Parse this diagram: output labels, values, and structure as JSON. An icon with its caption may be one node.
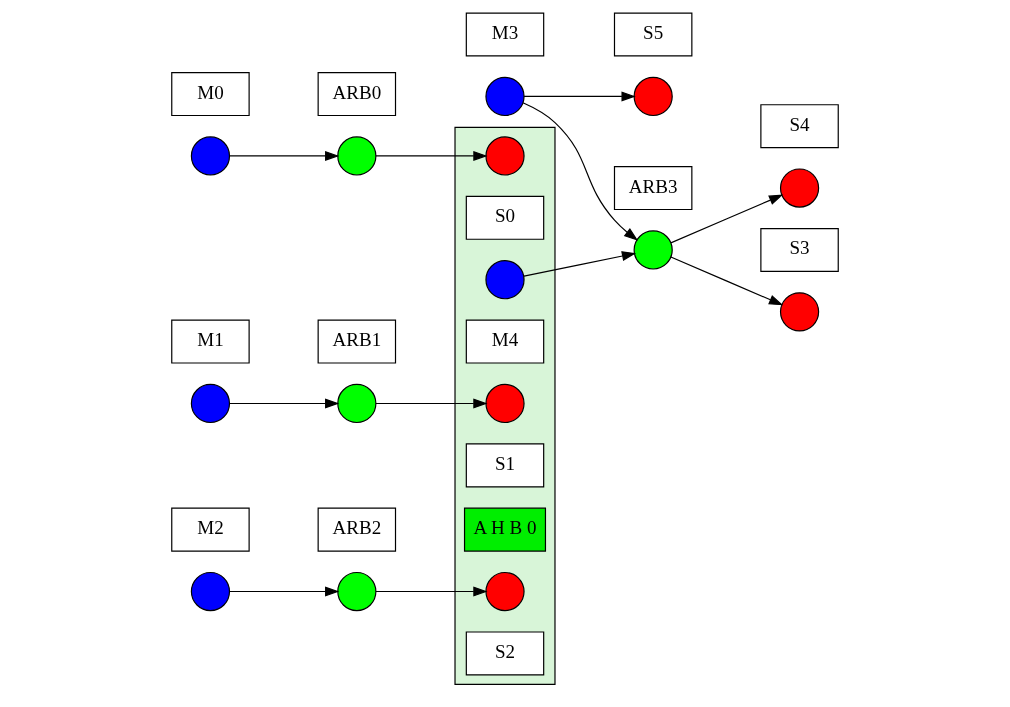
{
  "diagram": {
    "nodes": [
      {
        "text": [],
        "shape": "box"
      },
      {
        "text": [
          "M0"
        ]
      },
      {
        "text": [],
        "shape": "circle"
      },
      {
        "text": [
          "ARB0"
        ]
      },
      {
        "text": [],
        "shape": "circle"
      },
      {
        "text": [
          "S0"
        ],
        "in": 0
      },
      {
        "text": [],
        "shape": "circle",
        "in": 0
      },
      {
        "text": [
          "M4"
        ],
        "in": 0
      },
      {
        "text": [],
        "shape": "circle",
        "in": 0
      },
      {
        "text": [
          "M1"
        ]
      },
      {
        "text": [],
        "shape": "circle"
      },
      {
        "text": [
          "ARB1"
        ]
      },
      {
        "text": [],
        "shape": "circle"
      },
      {
        "text": [
          "S1"
        ],
        "in": 0
      },
      {
        "text": [],
        "shape": "circle",
        "in": 0
      },
      {
        "text": [
          "A H B 0"
        ],
        "in": 0
      },
      {
        "text": [
          "M2"
        ]
      },
      {
        "text": [],
        "shape": "circle"
      },
      {
        "text": [
          "ARB2"
        ]
      },
      {
        "text": [],
        "shape": "circle"
      },
      {
        "text": [
          "S2"
        ],
        "in": 0
      },
      {
        "text": [],
        "shape": "circle",
        "in": 0
      },
      {
        "text": [
          "M3"
        ]
      },
      {
        "text": [],
        "shape": "circle"
      },
      {
        "text": [
          "ARB3"
        ]
      },
      {
        "text": [],
        "shape": "circle"
      },
      {
        "text": [
          "S4"
        ]
      },
      {
        "text": [],
        "shape": "circle"
      },
      {
        "text": [
          "S5"
        ]
      },
      {
        "text": [],
        "shape": "circle"
      },
      {
        "text": [
          "S3"
        ]
      },
      {
        "text": [],
        "shape": "circle"
      }
    ],
    "edges": [
      {
        "from": 2,
        "to": 4,
        "arrow": "to"
      },
      {
        "from": 4,
        "to": 6,
        "arrow": "to"
      },
      {
        "from": 10,
        "to": 12,
        "arrow": "to"
      },
      {
        "from": 12,
        "to": 14,
        "arrow": "to"
      },
      {
        "from": 17,
        "to": 19,
        "arrow": "to"
      },
      {
        "from": 19,
        "to": 21,
        "arrow": "to"
      },
      {
        "from": 8,
        "to": 25,
        "arrow": "to"
      },
      {
        "from": 23,
        "to": 25,
        "arrow": "to"
      },
      {
        "from": 25,
        "to": 27,
        "arrow": "to"
      },
      {
        "from": 23,
        "to": 29,
        "arrow": "to"
      },
      {
        "from": 25,
        "to": 31,
        "arrow": "to"
      }
    ]
  }
}
